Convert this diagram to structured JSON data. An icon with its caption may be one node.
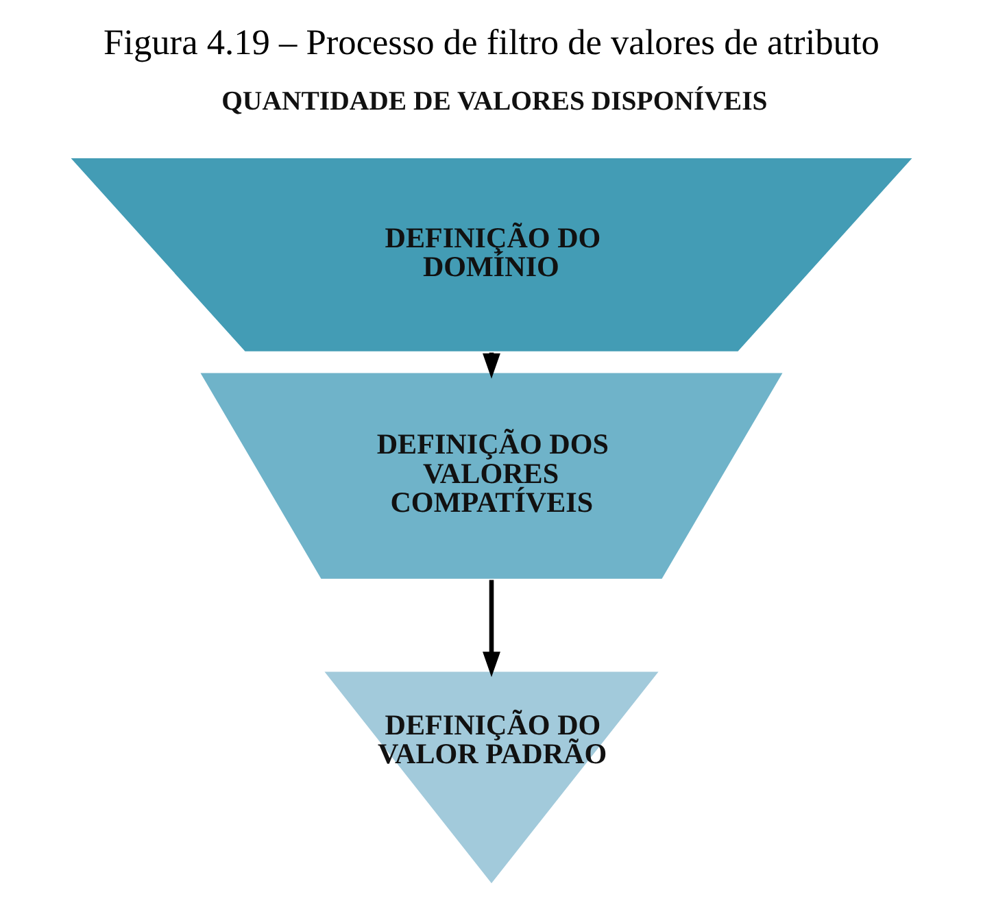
{
  "diagram": {
    "title": "Figura 4.19 – Processo de filtro de valores de atributo",
    "nodes": [
      {
        "text": [
          "DEFINIÇÃO DO DOMÍNIO"
        ]
      },
      {
        "text": [
          "DEFINIÇÃO DOS VALORES COMPATÍVEIS"
        ]
      },
      {
        "text": [
          "DEFINIÇÃO DO VALOR PADRÃO"
        ]
      }
    ],
    "edges": [
      {
        "from": 0,
        "to": 1,
        "arrow": "to"
      },
      {
        "from": 1,
        "to": 2,
        "arrow": "to"
      }
    ],
    "labels": [
      "QUANTIDADE DE VALORES DISPONÍVEIS"
    ]
  }
}
